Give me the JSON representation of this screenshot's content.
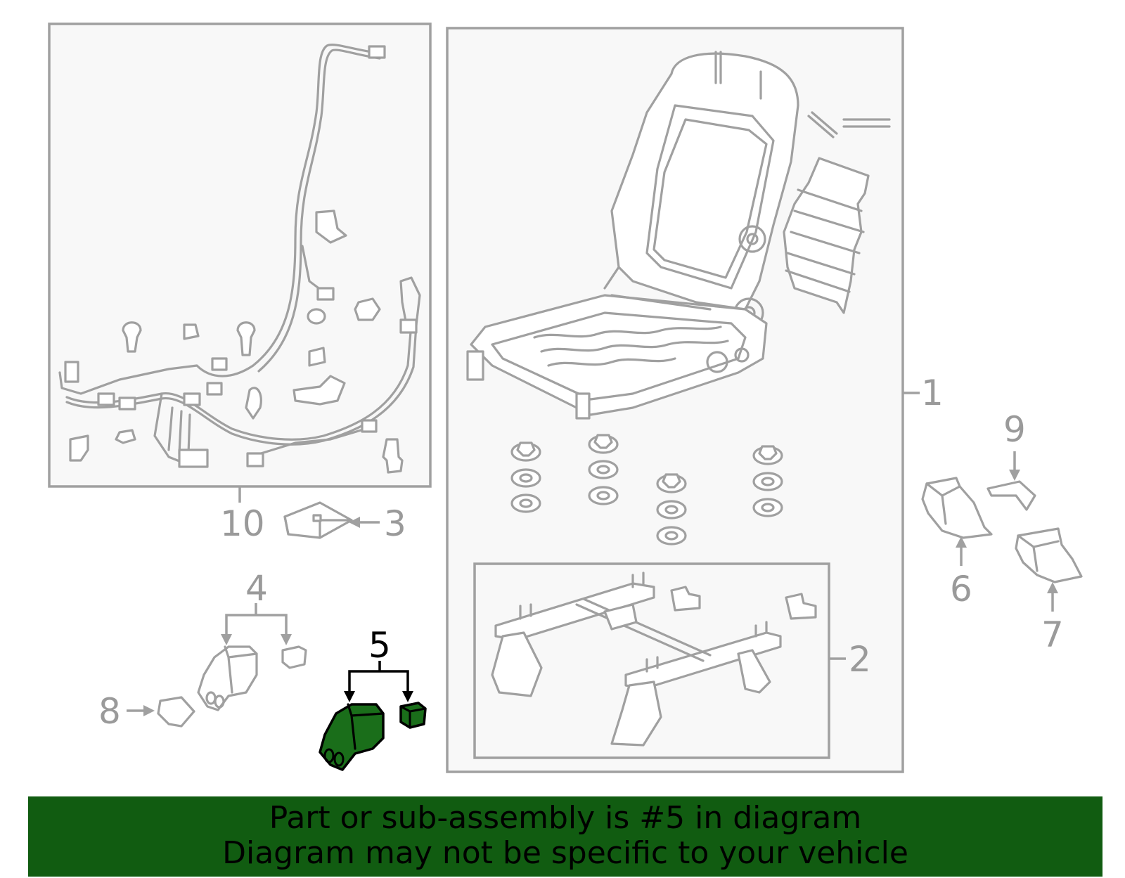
{
  "callouts": [
    "1",
    "2",
    "3",
    "4",
    "5",
    "6",
    "7",
    "8",
    "9",
    "10"
  ],
  "highlight_callout": "5",
  "banner": {
    "line1": "Part or sub-assembly is #5 in diagram",
    "line2": "Diagram may not be specific to your vehicle"
  },
  "colors": {
    "highlight_fill": "#1a6e1a",
    "banner_bg": "#115c11",
    "line_gray": "#a0a0a0",
    "box_fill": "#f8f8f8"
  }
}
